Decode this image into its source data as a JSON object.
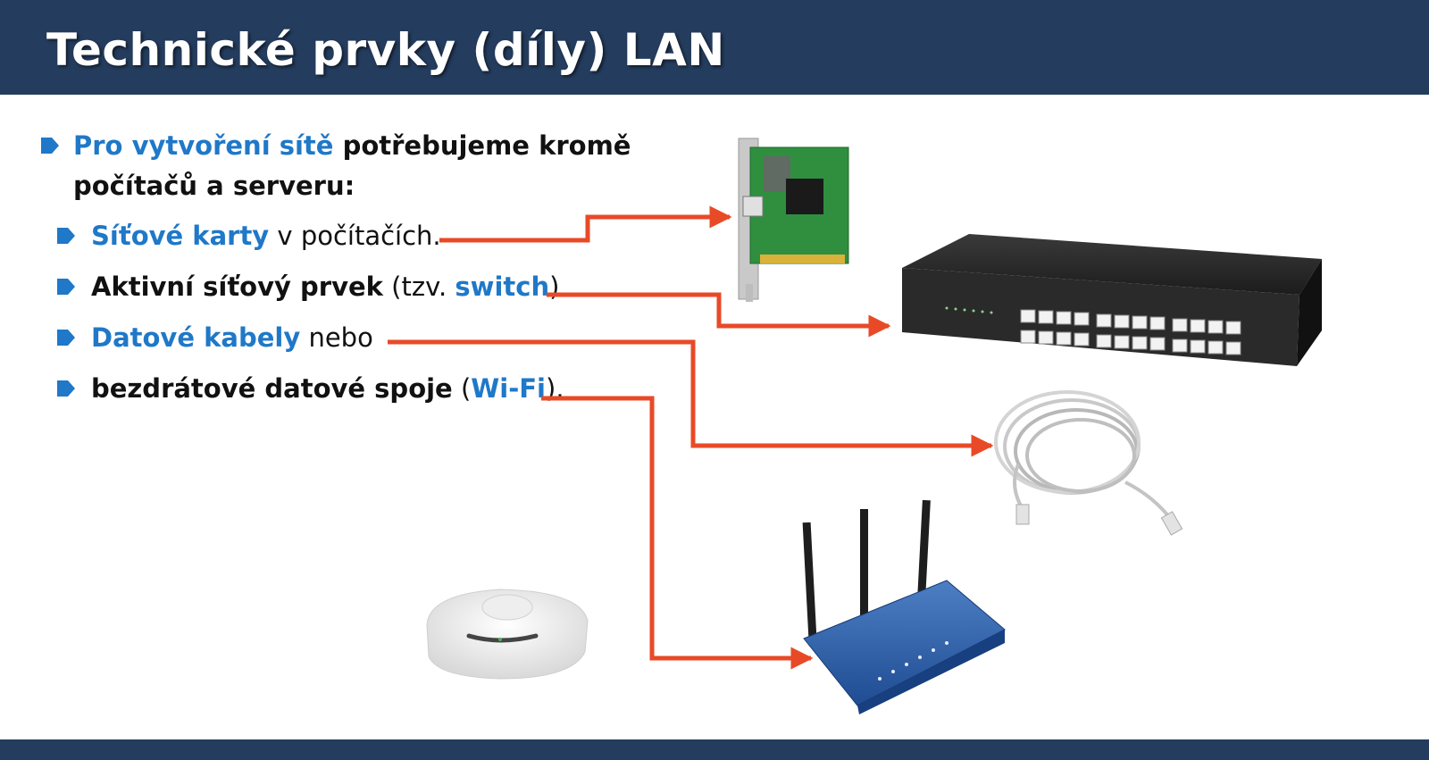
{
  "slide": {
    "title": "Technické prvky (díly) LAN",
    "intro": {
      "lead_highlight": "Pro vytvoření sítě",
      "lead_rest": " potřebujeme kromě",
      "lead_line2": "počítačů a serveru:"
    },
    "items": [
      {
        "highlight": "Síťové karty",
        "rest": " v počítačích."
      },
      {
        "bold": "Aktivní síťový prvek",
        "rest_open": " (tzv. ",
        "highlight": "switch",
        "rest_close": ")"
      },
      {
        "highlight": "Datové kabely",
        "rest": " nebo"
      },
      {
        "bold": "bezdrátové datové spoje",
        "rest_open": " (",
        "highlight": "Wi-Fi",
        "rest_close": ")."
      }
    ],
    "images": {
      "network_card": "network-card-image",
      "switch": "switch-image",
      "cable": "ethernet-cable-image",
      "access_point": "access-point-image",
      "router": "wireless-router-image"
    },
    "colors": {
      "header_bg": "#243c5d",
      "accent_blue": "#1f78c8",
      "arrow": "#e84a27"
    }
  }
}
